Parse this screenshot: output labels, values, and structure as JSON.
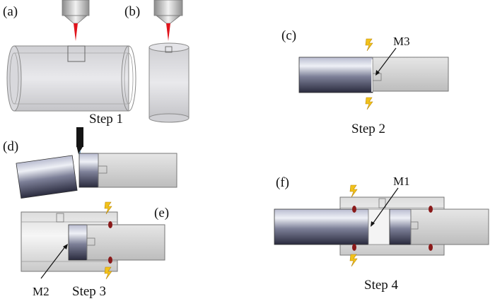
{
  "panels": {
    "a": "(a)",
    "b": "(b)",
    "c": "(c)",
    "d": "(d)",
    "e": "(e)",
    "f": "(f)"
  },
  "steps": {
    "step1": "Step 1",
    "step2": "Step 2",
    "step3": "Step 3",
    "step4": "Step 4"
  },
  "markers": {
    "m1": "M1",
    "m2": "M2",
    "m3": "M3"
  },
  "colors": {
    "laser": "#e0141c",
    "spark": "#f2c21a",
    "hole": "#8a1a1a",
    "tube_fill": "#d9d9d9",
    "rod_dark": "#3a3a52"
  }
}
